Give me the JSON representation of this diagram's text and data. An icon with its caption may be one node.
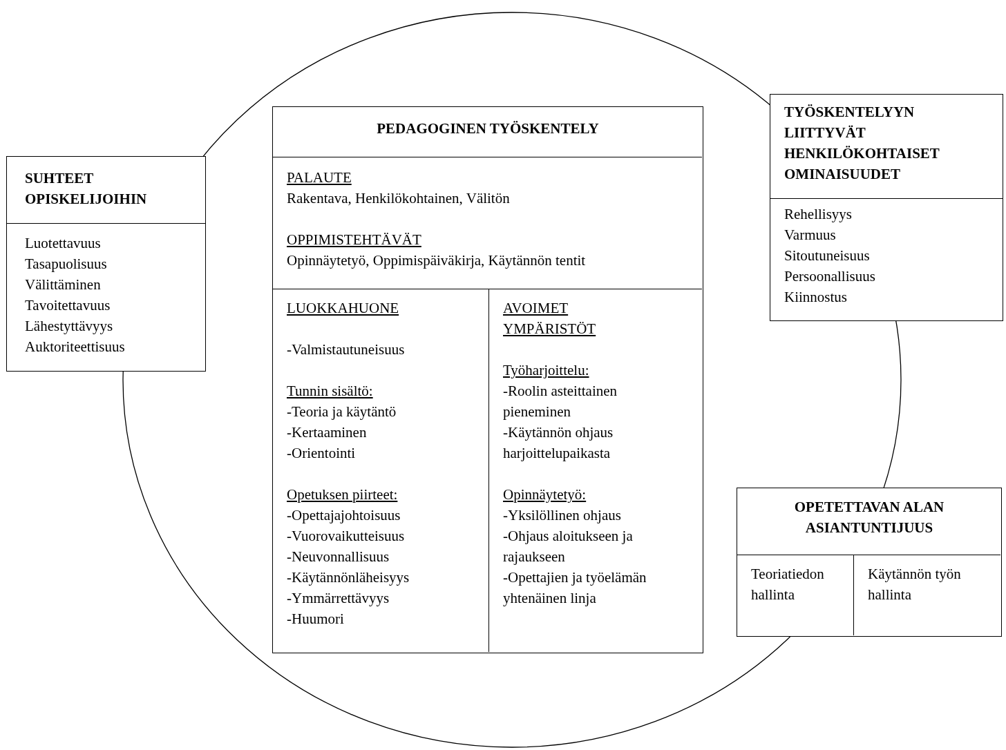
{
  "diagram": {
    "nodes": [
      {
        "text": [
          "SUHTEET OPISKELIJOIHIN",
          "Luotettavuus",
          "Tasapuolisuus",
          "Välittäminen",
          "Tavoitettavuus",
          "Lähestyttävyys",
          "Auktoriteettisuus"
        ]
      },
      {
        "text": [
          "PEDAGOGINEN TYÖSKENTELY"
        ]
      },
      {
        "text": [
          "PALAUTE",
          "Rakentava, Henkilökohtainen, Välitön",
          "OPPIMISTEHTÄVÄT",
          "Opinnäytetyö, Oppimispäiväkirja, Käytännön tentit"
        ],
        "in": 1
      },
      {
        "text": [
          "LUOKKAHUONE",
          "-Valmistautuneisuus",
          "Tunnin sisältö:",
          "-Teoria ja käytäntö",
          "-Kertaaminen",
          "-Orientointi",
          "Opetuksen piirteet:",
          "-Opettajajohtoisuus",
          "-Vuorovaikutteisuus",
          "-Neuvonnallisuus",
          "-Käytännönläheisyys",
          "-Ymmärrettävyys",
          "-Huumori"
        ],
        "in": 1
      },
      {
        "text": [
          "AVOIMET YMPÄRISTÖT",
          "Työharjoittelu:",
          "-Roolin asteittainen pieneminen",
          "-Käytännön ohjaus harjoittelupaikasta",
          "Opinnäytetyö:",
          "-Yksilöllinen ohjaus",
          "-Ohjaus aloitukseen ja rajaukseen",
          "-Opettajien ja työelämän yhtenäinen linja"
        ],
        "in": 1
      },
      {
        "text": [
          "TYÖSKENTELYYN LIITTYVÄT HENKILÖKOHTAISET OMINAISUUDET",
          "Rehellisyys",
          "Varmuus",
          "Sitoutuneisuus",
          "Persoonallisuus",
          "Kiinnostus"
        ]
      },
      {
        "text": [
          "OPETETTAVAN ALAN ASIANTUNTIJUUS"
        ]
      },
      {
        "text": [
          "Teoriatiedon hallinta"
        ],
        "in": 6
      },
      {
        "text": [
          "Käytännön työn hallinta"
        ],
        "in": 6
      }
    ]
  }
}
